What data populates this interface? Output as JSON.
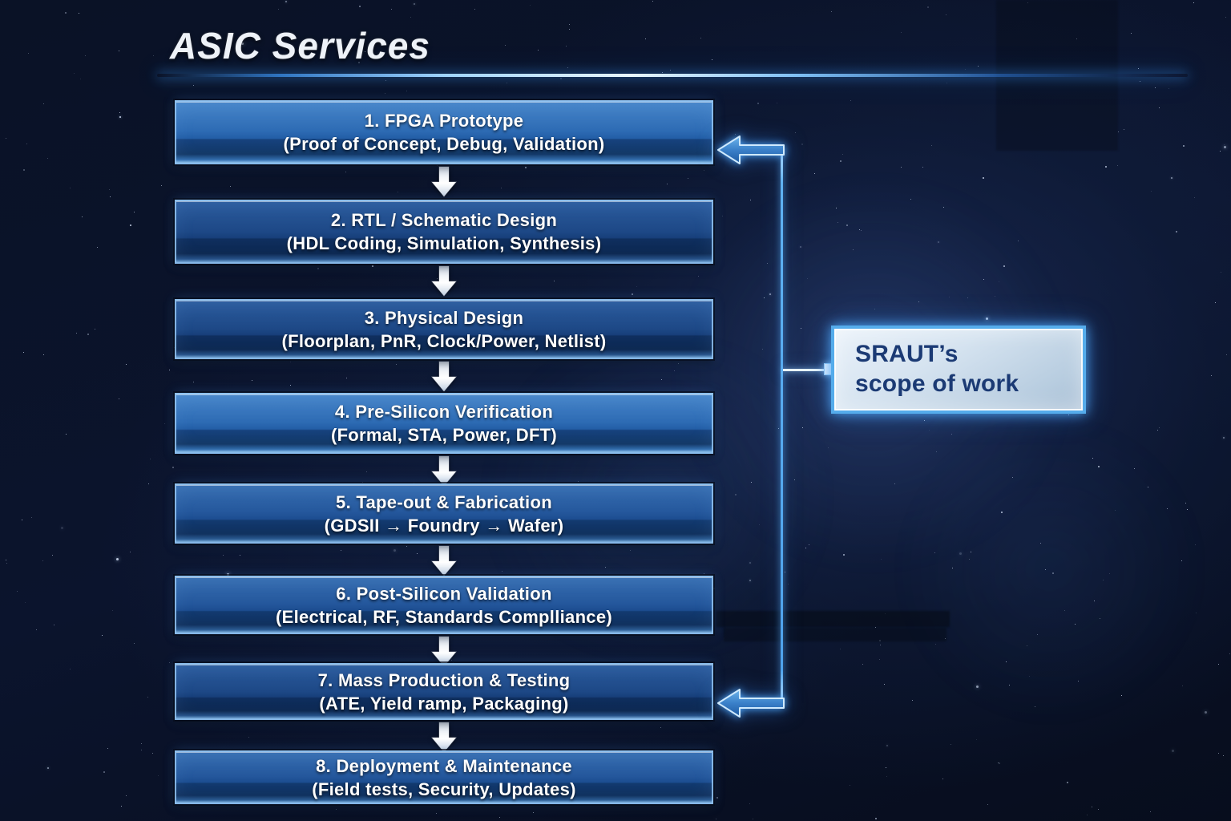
{
  "page": {
    "title": "ASIC Services"
  },
  "flow": {
    "steps": [
      {
        "title": "1. FPGA Prototype",
        "subtitle": "(Proof of Concept, Debug, Validation)"
      },
      {
        "title": "2. RTL / Schematic Design",
        "subtitle": "(HDL Coding, Simulation, Synthesis)"
      },
      {
        "title": "3. Physical Design",
        "subtitle": "(Floorplan, PnR, Clock/Power, Netlist)"
      },
      {
        "title": "4. Pre-Silicon Verification",
        "subtitle": "(Formal, STA, Power, DFT)"
      },
      {
        "title": "5. Tape-out & Fabrication",
        "subtitle": "(GDSII → Foundry → Wafer)"
      },
      {
        "title": "6. Post-Silicon Validation",
        "subtitle": "(Electrical, RF, Standards Complliance)"
      },
      {
        "title": "7. Mass Production & Testing",
        "subtitle": "(ATE, Yield ramp, Packaging)"
      },
      {
        "title": "8. Deployment & Maintenance",
        "subtitle": "(Field tests, Security, Updates)"
      }
    ]
  },
  "scope_callout": {
    "line1": "SRAUT’s",
    "line2": "scope of work"
  },
  "icons": {
    "step_connector": "down-arrow",
    "scope_pointer_top": "left-arrow",
    "scope_pointer_bottom": "left-arrow"
  },
  "colors": {
    "background": "#0a1226",
    "box_blue_top": "#3a77bd",
    "box_blue_bottom": "#123765",
    "box_border": "#94c6f2",
    "accent_glow": "#4fa3ec",
    "scope_bg": "#d5e3f0",
    "scope_border": "#55aceb",
    "scope_text": "#1b3a74",
    "title_text": "#eef2f8",
    "step_text": "#ffffff"
  }
}
